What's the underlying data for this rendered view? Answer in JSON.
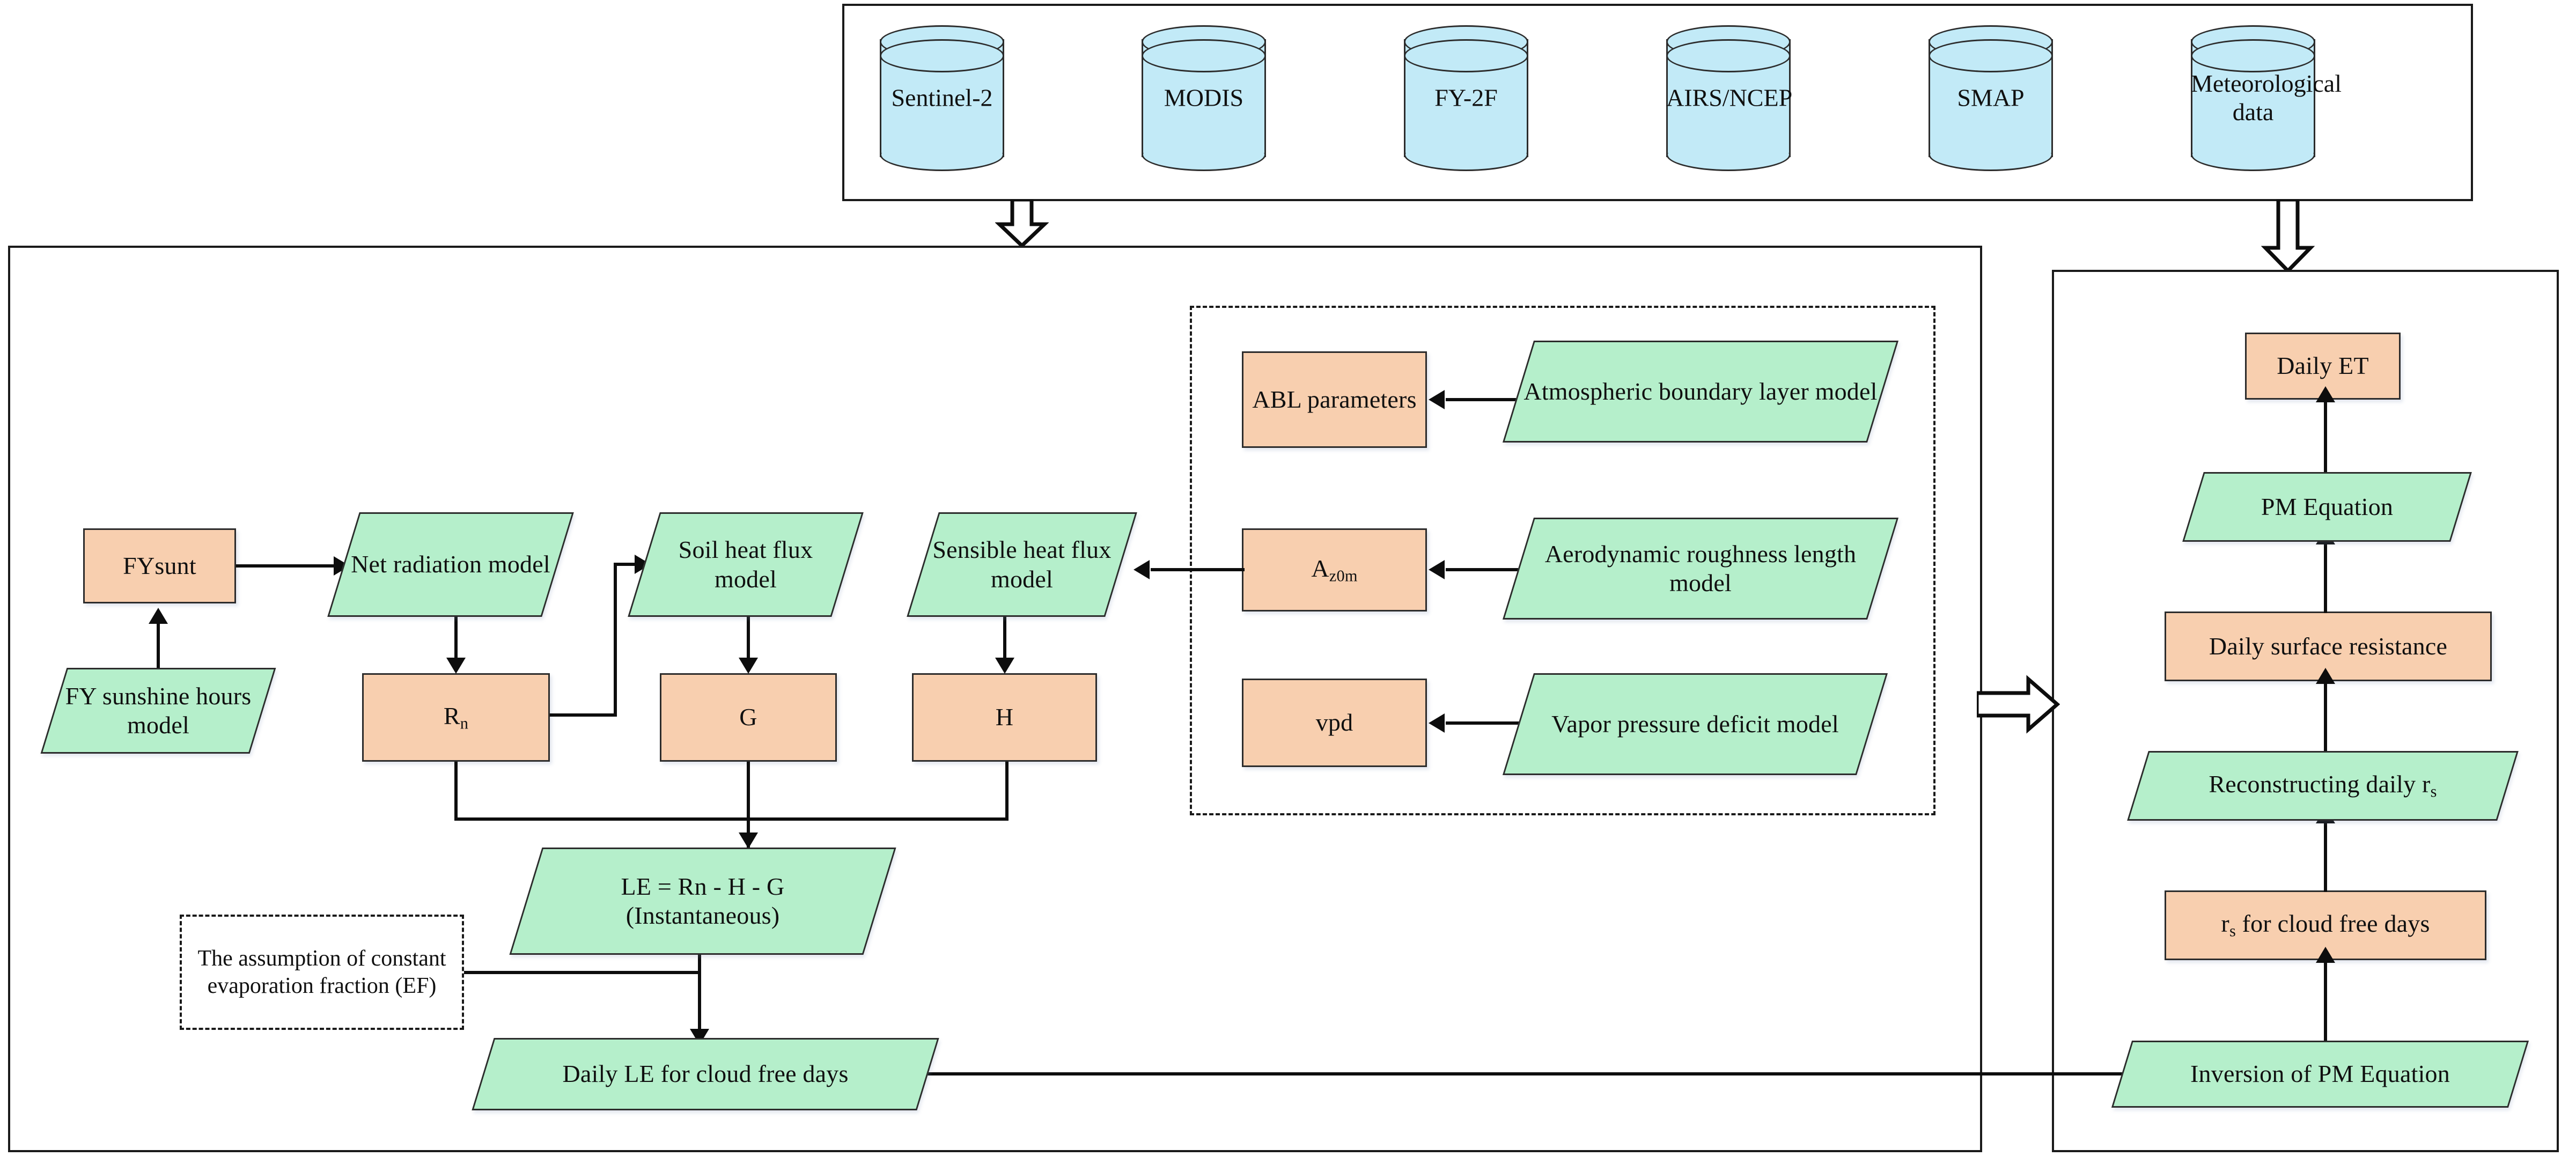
{
  "diagram": {
    "title": "Evapotranspiration modelling workflow",
    "colors": {
      "database_fill": "#C2EAF7",
      "model_fill": "#B5EFCB",
      "data_fill": "#F8CFAF",
      "stroke": "#2c2c2c",
      "connector": "#0d0d0d"
    }
  },
  "data_sources": {
    "items": [
      {
        "label": "Sentinel-2",
        "icon": "database-cylinder-icon"
      },
      {
        "label": "MODIS",
        "icon": "database-cylinder-icon"
      },
      {
        "label": "FY-2F",
        "icon": "database-cylinder-icon"
      },
      {
        "label": "AIRS/NCEP",
        "icon": "database-cylinder-icon"
      },
      {
        "label": "SMAP",
        "icon": "database-cylinder-icon"
      },
      {
        "label": "Meteorological data",
        "icon": "database-cylinder-icon"
      }
    ]
  },
  "left_panel": {
    "nodes": {
      "fysunt": "FYsunt",
      "fy_sunshine_hours_model": "FY sunshine hours model",
      "net_radiation_model": "Net radiation model",
      "soil_heat_flux_model": "Soil heat flux model",
      "sensible_heat_flux_model": "Sensible heat flux model",
      "rn": "Rn",
      "rn_base": "R",
      "rn_sub": "n",
      "g": "G",
      "h": "H",
      "le_equation_line1": "LE = Rn  -  H  -  G",
      "le_equation_line2": "(Instantaneous)",
      "ef_assumption": "The assumption of constant evaporation fraction (EF)",
      "daily_le": "Daily LE for cloud free days"
    },
    "dashed_group": {
      "abl_parameters": "ABL parameters",
      "abl_model": "Atmospheric boundary layer model",
      "a_z0m_base": "A",
      "a_z0m_sub": "z0m",
      "roughness_model": "Aerodynamic roughness length model",
      "vpd": "vpd",
      "vpd_model": "Vapor pressure deficit model"
    }
  },
  "right_panel": {
    "nodes": {
      "daily_et": "Daily ET",
      "pm_equation": "PM Equation",
      "daily_surface_resistance": "Daily surface resistance",
      "reconstructing_daily_rs_base": "Reconstructing daily r",
      "reconstructing_daily_rs_sub": "s",
      "rs_cloud_free_base": "r",
      "rs_cloud_free_sub": "s",
      "rs_cloud_free_rest": " for cloud free days",
      "inversion_pm_equation": "Inversion of PM Equation"
    }
  }
}
